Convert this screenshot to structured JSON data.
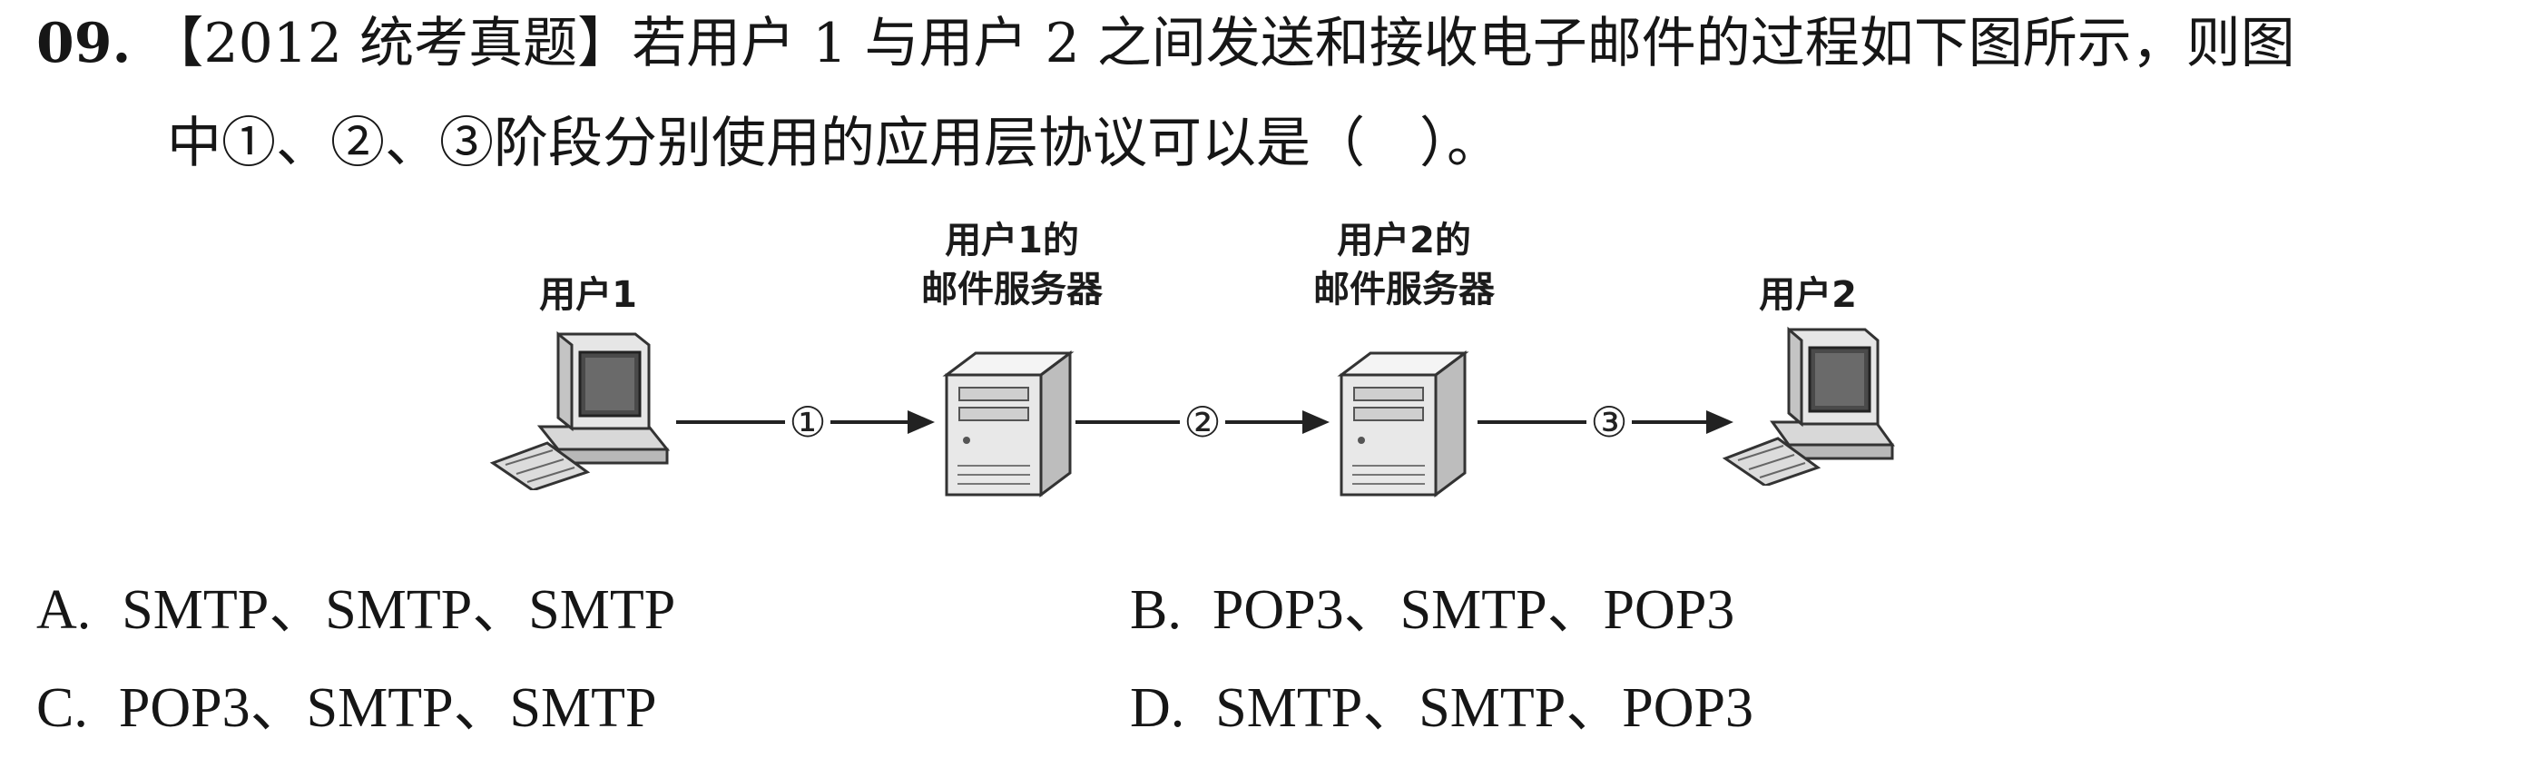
{
  "question": {
    "number": "09.",
    "source": "【2012 统考真题】",
    "line1_text": "若用户 1 与用户 2 之间发送和接收电子邮件的过程如下图所示，则图",
    "line2_text": "中①、②、③阶段分别使用的应用层协议可以是（　）。"
  },
  "diagram": {
    "user1_label": "用户1",
    "server1_label_line1": "用户1的",
    "server1_label_line2": "邮件服务器",
    "server2_label_line1": "用户2的",
    "server2_label_line2": "邮件服务器",
    "user2_label": "用户2",
    "step1": "①",
    "step2": "②",
    "step3": "③",
    "icons": [
      "computer-icon",
      "server-icon",
      "server-icon",
      "computer-icon"
    ]
  },
  "options": {
    "a": {
      "letter": "A.",
      "text": "SMTP、SMTP、SMTP"
    },
    "b": {
      "letter": "B.",
      "text": "POP3、SMTP、POP3"
    },
    "c": {
      "letter": "C.",
      "text": "POP3、SMTP、SMTP"
    },
    "d": {
      "letter": "D.",
      "text": "SMTP、SMTP、POP3"
    }
  }
}
